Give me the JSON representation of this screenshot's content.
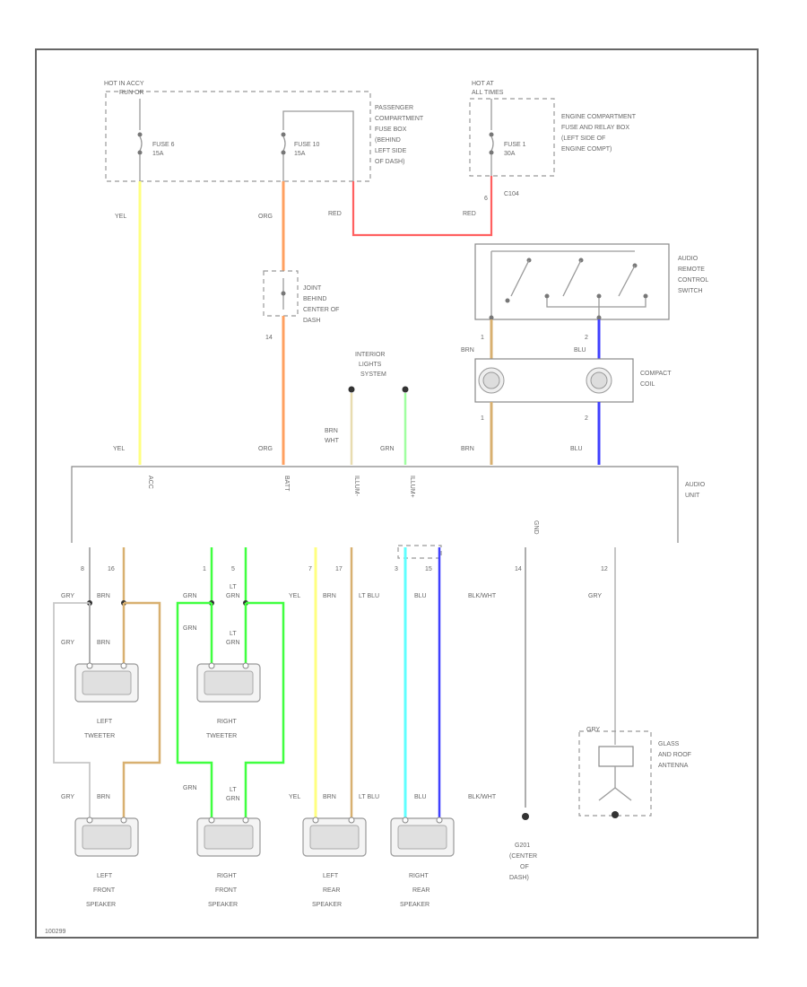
{
  "diagram": {
    "power_labels": {
      "hot_acc": "HOT IN ACCY",
      "hot_acc_sub": "RUN OR",
      "hot_at_all": "HOT AT",
      "hot_at_all_sub": "ALL TIMES"
    },
    "fuses": {
      "fuse6": [
        "FUSE 6",
        "15A"
      ],
      "fuse10": [
        "FUSE 10",
        "15A"
      ],
      "fuse1": [
        "FUSE 1",
        "30A"
      ]
    },
    "pass_fuse_box": [
      "PASSENGER",
      "COMPARTMENT",
      "FUSE BOX",
      "(BEHIND",
      "LEFT SIDE",
      "OF DASH)"
    ],
    "engine_fuse_box": [
      "ENGINE COMPARTMENT",
      "FUSE AND RELAY BOX",
      "(LEFT SIDE OF",
      "ENGINE COMPT)"
    ],
    "connector_c104": "C104",
    "joint_pin": "6",
    "joint_label": [
      "JOINT",
      "BEHIND",
      "CENTER OF",
      "DASH"
    ],
    "joint_pin_bottom": "14",
    "interior_lights": [
      "INTERIOR",
      "LIGHTS",
      "SYSTEM"
    ],
    "audio_remote": [
      "AUDIO",
      "REMOTE",
      "CONTROL",
      "SWITCH"
    ],
    "compact_coil": [
      "COMPACT",
      "COIL"
    ],
    "audio_unit": [
      "AUDIO",
      "UNIT"
    ],
    "wire_colors": {
      "yel": "YEL",
      "org": "ORG",
      "red": "RED",
      "brn": "BRN",
      "blu": "BLU",
      "brn_wht": [
        "BRN",
        "WHT"
      ],
      "grn": "GRN",
      "gry": "GRY",
      "lt_blu": "LT BLU",
      "lt_grn": [
        "LT",
        "GRN"
      ],
      "blk_wht": "BLK/WHT"
    },
    "pins": {
      "p1": "1",
      "p2": "2",
      "p5": "5",
      "p8": "8",
      "p16": "16",
      "p3": "3",
      "p7": "7",
      "p17": "17",
      "p15": "15",
      "p14": "14",
      "p12": "12"
    },
    "unit_pin_labels": {
      "acc": "ACC",
      "batt": "BATT",
      "illum_neg": "ILLUM-",
      "illum_pos": "ILLUM+",
      "gnd": "GND"
    },
    "tweeters": {
      "left": [
        "LEFT",
        "TWEETER"
      ],
      "right": [
        "RIGHT",
        "TWEETER"
      ]
    },
    "speakers": {
      "left_front": [
        "LEFT",
        "FRONT",
        "SPEAKER"
      ],
      "right_front": [
        "RIGHT",
        "FRONT",
        "SPEAKER"
      ],
      "left_rear": [
        "LEFT",
        "REAR",
        "SPEAKER"
      ],
      "right_rear": [
        "RIGHT",
        "REAR",
        "SPEAKER"
      ]
    },
    "ground": [
      "G201",
      "(CENTER",
      "OF",
      "DASH)"
    ],
    "antenna": [
      "GLASS",
      "AND ROOF",
      "ANTENNA"
    ],
    "footer_code": "100299",
    "colors": {
      "yel": "#ffff80",
      "org": "#ffa060",
      "red": "#ff6060",
      "brn": "#d8b070",
      "blu": "#4040ff",
      "grn": "#40ff40",
      "lt_grn": "#a0ffa0",
      "lt_blu": "#60ffff",
      "gry": "#b0b0b0",
      "line": "#888888"
    }
  }
}
